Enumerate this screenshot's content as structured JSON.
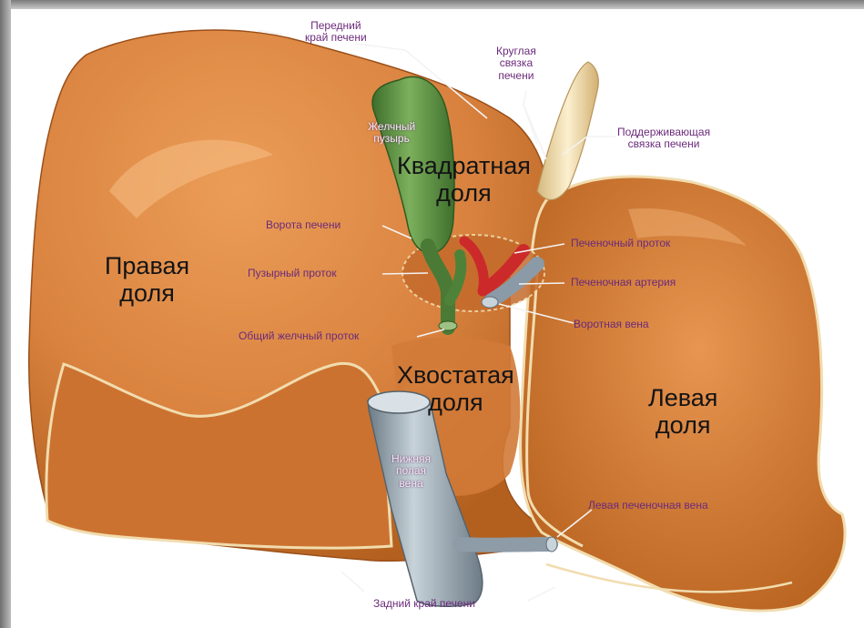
{
  "labels": {
    "anterior_margin": [
      "Передний",
      "край печени"
    ],
    "round_ligament": [
      "Круглая",
      "связка",
      "печени"
    ],
    "falciform_ligament": [
      "Поддерживающая",
      "связка печени"
    ],
    "gallbladder": [
      "Желчный",
      "пузырь"
    ],
    "quadrate_lobe": [
      "Квадратная",
      "доля"
    ],
    "right_lobe": [
      "Правая",
      "доля"
    ],
    "porta_hepatis": "Ворота печени",
    "cystic_duct": "Пузырный проток",
    "common_bile_duct": "Общий желчный проток",
    "hepatic_duct": "Печеночный проток",
    "hepatic_artery": "Печеночная артерия",
    "portal_vein": "Воротная вена",
    "caudate_lobe": [
      "Хвостатая",
      "доля"
    ],
    "left_lobe": [
      "Левая",
      "доля"
    ],
    "inferior_vena_cava": [
      "Нижняя",
      "полая",
      "вена"
    ],
    "left_hepatic_vein": "Левая печеночная вена",
    "posterior_margin": "Задний край печени"
  },
  "colors": {
    "liver": "#d9823f",
    "liver_shadow": "#b85f22",
    "gallbladder": "#5e9346",
    "artery": "#cc2a2a",
    "vein": "#8a9aa6",
    "ligament": "#f2dcae",
    "label_text": "#6b2a7a"
  }
}
